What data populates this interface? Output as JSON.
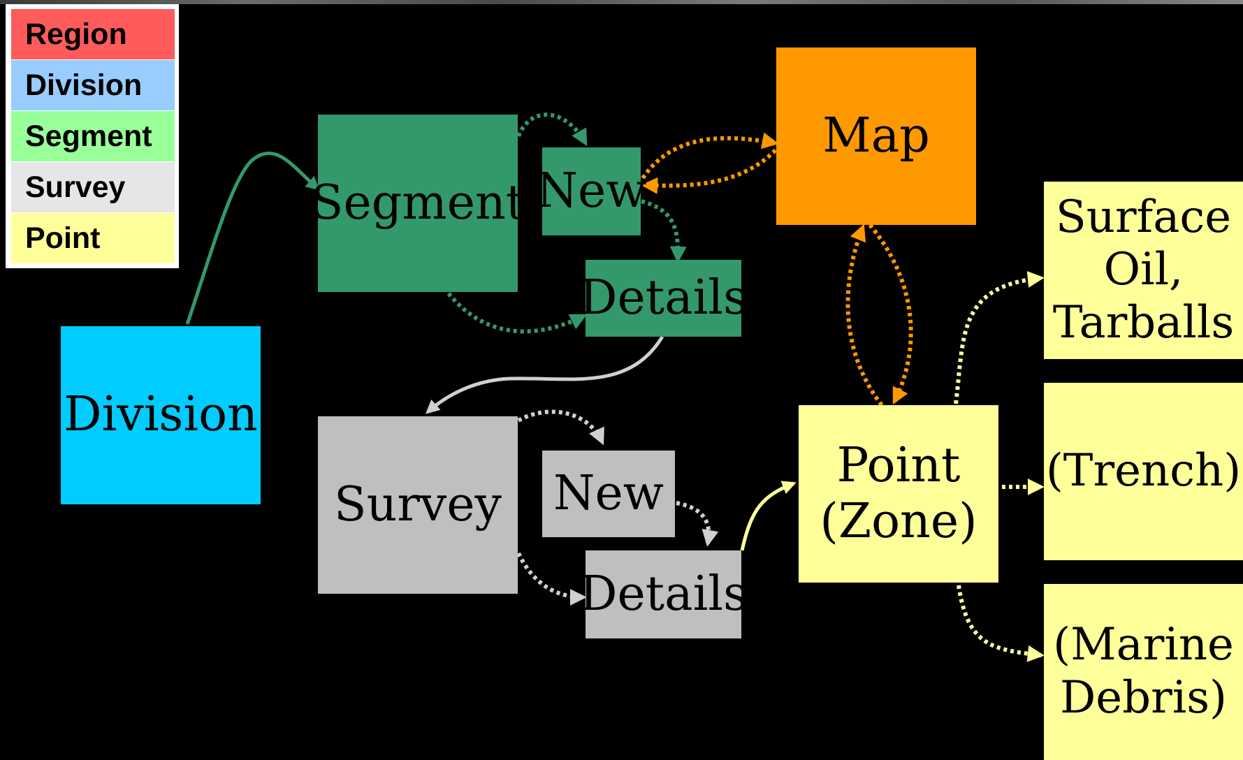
{
  "colors": {
    "region": "#FF5B5B",
    "division": "#99CCFF",
    "segment": "#33996B",
    "survey": "#BFBFBF",
    "point": "#FFFF99",
    "map": "#FF9900",
    "division_box": "#00CCFF",
    "legend_segment": "#99FF99",
    "legend_survey": "#E6E6E6"
  },
  "legend": {
    "items": [
      {
        "label": "Region"
      },
      {
        "label": "Division"
      },
      {
        "label": "Segment"
      },
      {
        "label": "Survey"
      },
      {
        "label": "Point"
      }
    ]
  },
  "nodes": {
    "division": "Division",
    "segment": "Segment",
    "segment_new": "New",
    "segment_details": "Details",
    "map": "Map",
    "survey": "Survey",
    "survey_new": "New",
    "survey_details": "Details",
    "point": "Point\n(Zone)",
    "surface_oil": "Surface\nOil,\nTarballs",
    "trench": "(Trench)",
    "marine_debris": "(Marine\nDebris)"
  }
}
